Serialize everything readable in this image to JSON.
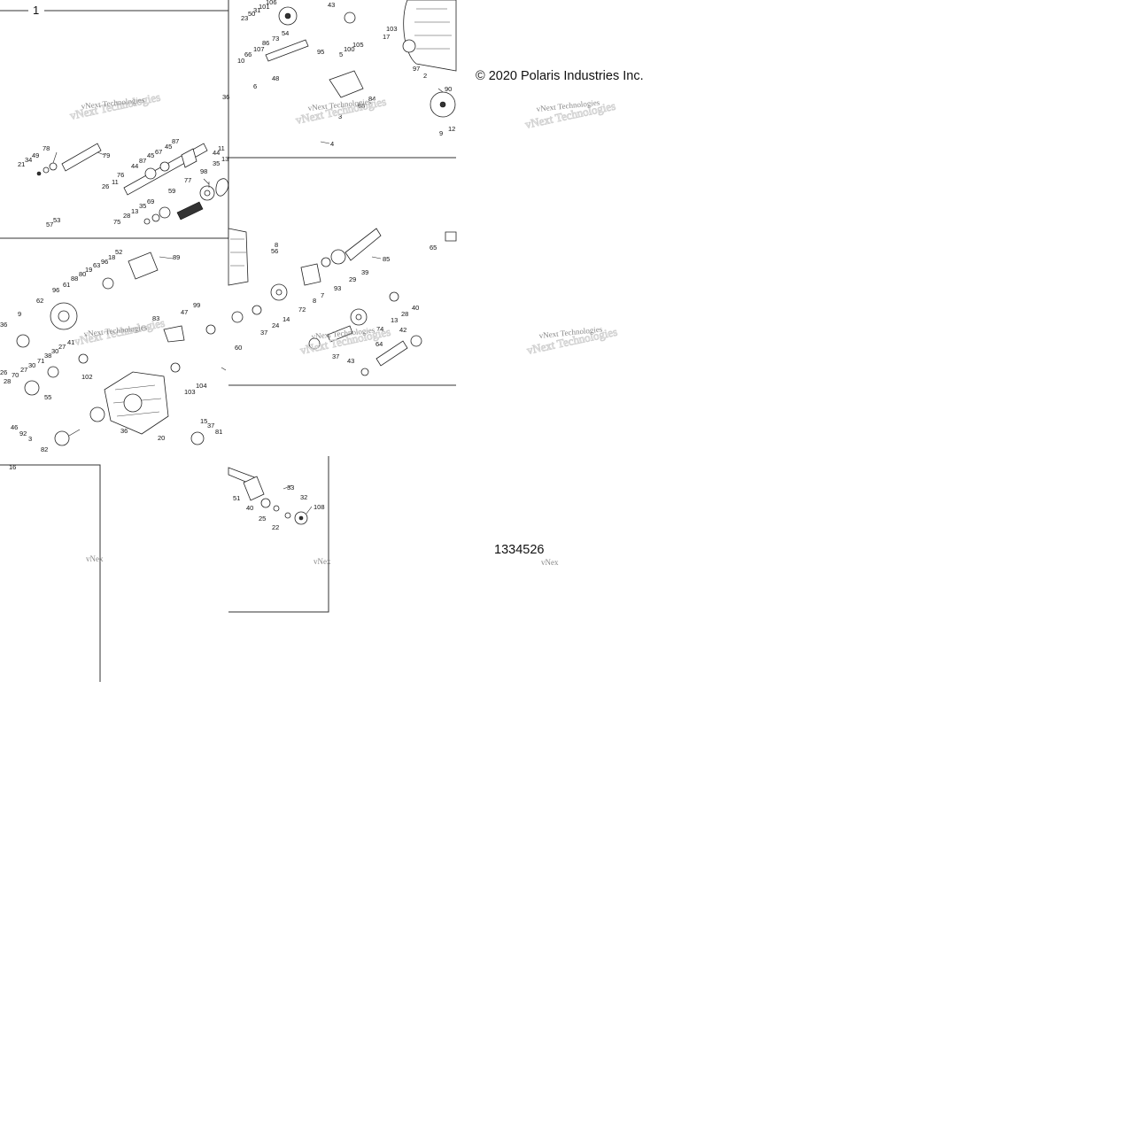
{
  "copyright": "© 2020 Polaris Industries Inc.",
  "diagram_id": "1334526",
  "group_label": "1",
  "watermark": "vNext Technologies",
  "watermark_short": "vNex",
  "callouts": {
    "p1": [
      "79",
      "78",
      "49",
      "34",
      "21",
      "76",
      "26",
      "11",
      "87",
      "45",
      "44",
      "67",
      "45",
      "87",
      "44",
      "11",
      "13",
      "35",
      "98",
      "77",
      "59",
      "69",
      "35",
      "13",
      "28",
      "75",
      "53",
      "57",
      "36"
    ],
    "p2": [
      "23",
      "50",
      "31",
      "101",
      "106",
      "43",
      "54",
      "73",
      "95",
      "86",
      "107",
      "66",
      "10",
      "48",
      "6",
      "105",
      "100",
      "5",
      "103",
      "17",
      "97",
      "2",
      "90",
      "84",
      "68",
      "3",
      "4",
      "9",
      "12"
    ],
    "p3": [
      "89",
      "52",
      "18",
      "96",
      "63",
      "19",
      "80",
      "88",
      "61",
      "96",
      "62",
      "9",
      "36",
      "83",
      "99",
      "47",
      "41",
      "27",
      "30",
      "38",
      "71",
      "30",
      "27",
      "70",
      "28",
      "26",
      "102",
      "104",
      "103",
      "55",
      "46",
      "92",
      "3",
      "82",
      "36",
      "15",
      "37",
      "20",
      "81",
      "16"
    ],
    "p4": [
      "8",
      "56",
      "85",
      "65",
      "39",
      "29",
      "93",
      "7",
      "8",
      "72",
      "14",
      "24",
      "37",
      "60",
      "40",
      "28",
      "13",
      "74",
      "42",
      "64",
      "37",
      "43"
    ],
    "p5": [
      "33",
      "32",
      "108",
      "51",
      "40",
      "25",
      "22"
    ]
  }
}
